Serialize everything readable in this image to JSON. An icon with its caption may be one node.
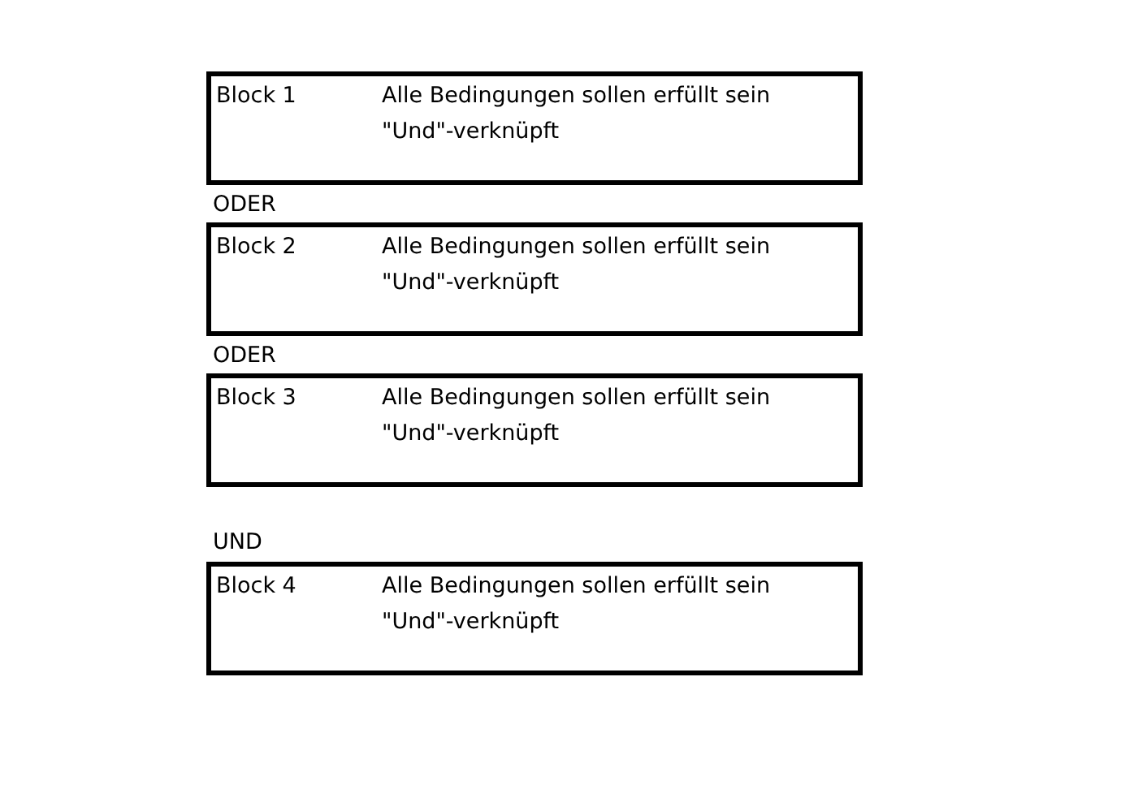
{
  "diagram": {
    "nodes": [
      {
        "text": [
          "Block 1",
          "Alle Bedingungen sollen erfüllt sein",
          "\"Und\"-verknüpft"
        ]
      },
      {
        "text": [
          "Block 2",
          "Alle Bedingungen sollen erfüllt sein",
          "\"Und\"-verknüpft"
        ]
      },
      {
        "text": [
          "Block 3",
          "Alle Bedingungen sollen erfüllt sein",
          "\"Und\"-verknüpft"
        ]
      },
      {
        "text": [
          "Block 4",
          "Alle Bedingungen sollen erfüllt sein",
          "\"Und\"-verknüpft"
        ]
      }
    ],
    "labels": [
      "ODER",
      "ODER",
      "UND"
    ]
  }
}
